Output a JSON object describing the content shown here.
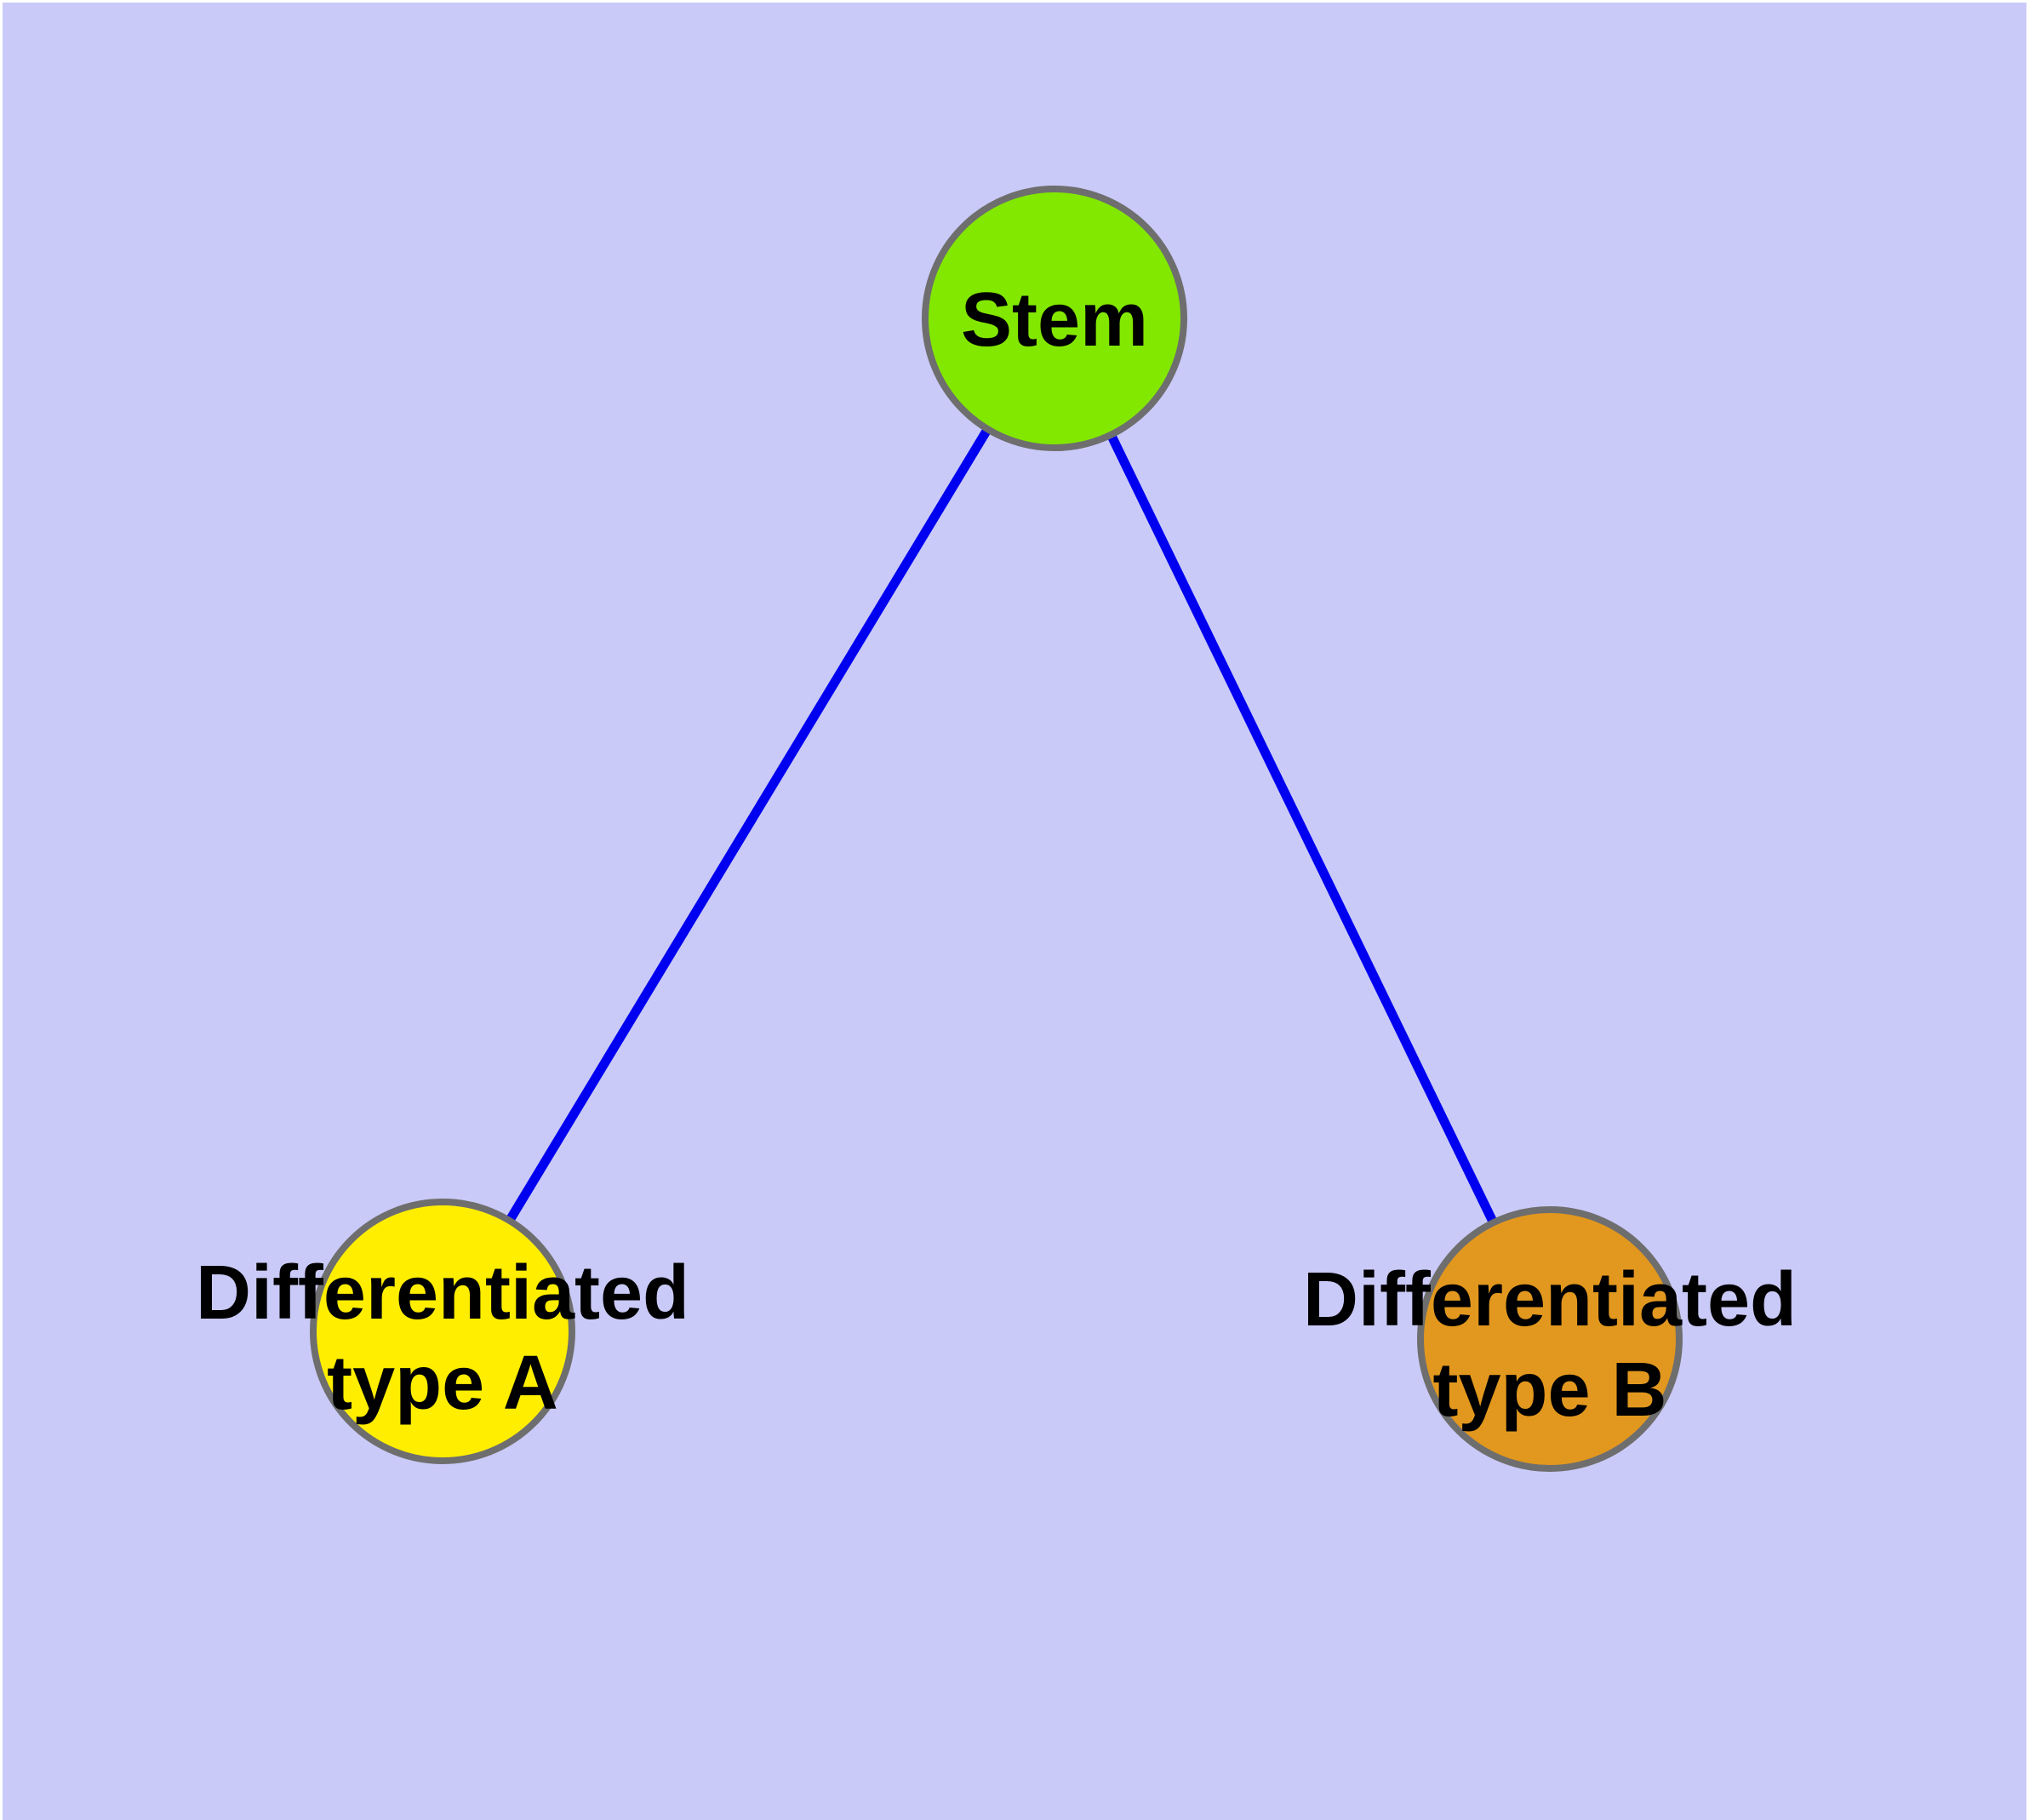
{
  "diagram": {
    "type": "graph",
    "colors": {
      "background": "#CACAF8",
      "edge": "#0000F0",
      "node_border": "#6E6E6E",
      "label_text": "#000000",
      "stem_fill": "#82E800",
      "type_a_fill": "#FFEE00",
      "type_b_fill": "#E2981E"
    },
    "nodes": [
      {
        "id": "stem",
        "label": "Stem",
        "fill": "#82E800"
      },
      {
        "id": "differentiated-type-a",
        "label": "Differentiated type A",
        "line1": "Differentiated",
        "line2": "type A",
        "fill": "#FFEE00"
      },
      {
        "id": "differentiated-type-b",
        "label": "Differentiated type B",
        "line1": "Differentiated",
        "line2": "type B",
        "fill": "#E2981E"
      }
    ],
    "edges": [
      {
        "from": "Stem",
        "to": "Differentiated type A"
      },
      {
        "from": "Stem",
        "to": "Differentiated type B"
      }
    ]
  }
}
